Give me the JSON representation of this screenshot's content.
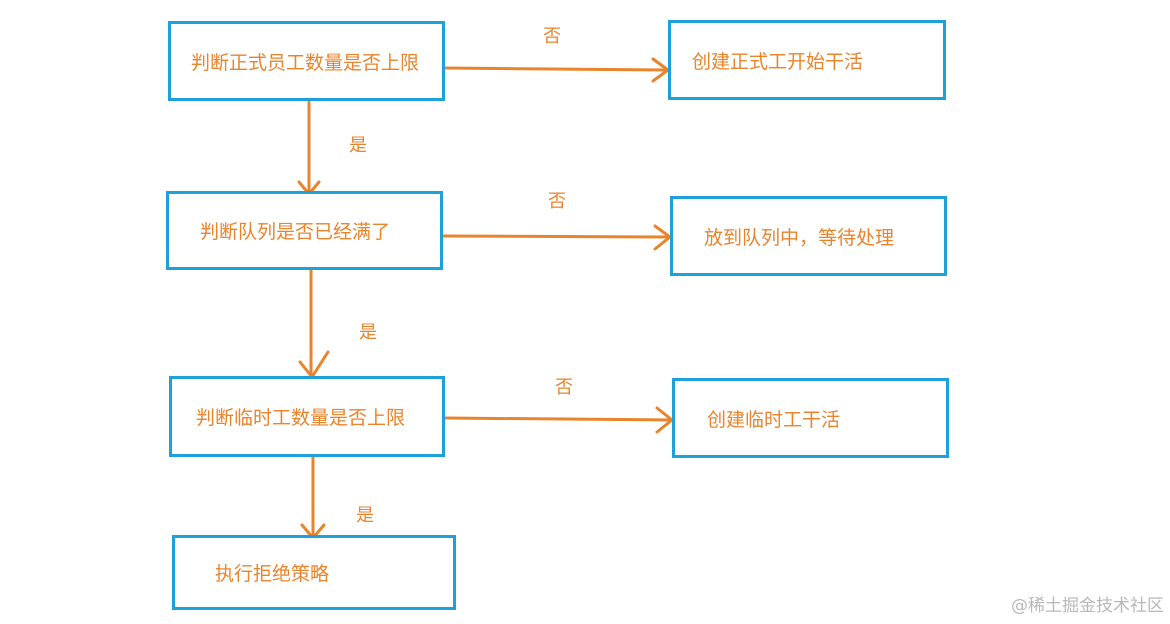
{
  "nodes": {
    "check_core": "判断正式员工数量是否上限",
    "create_core": "创建正式工开始干活",
    "check_queue": "判断队列是否已经满了",
    "enqueue": "放到队列中，等待处理",
    "check_temp": "判断临时工数量是否上限",
    "create_temp": "创建临时工干活",
    "reject": "执行拒绝策略"
  },
  "edge_labels": {
    "core_no": "否",
    "core_yes": "是",
    "queue_no": "否",
    "queue_yes": "是",
    "temp_no": "否",
    "temp_yes": "是"
  },
  "colors": {
    "box_border": "#1ea0d8",
    "arrow": "#e8842c",
    "text": "#e8842c",
    "watermark": "#b8b8b8"
  },
  "watermark": "@稀土掘金技术社区"
}
